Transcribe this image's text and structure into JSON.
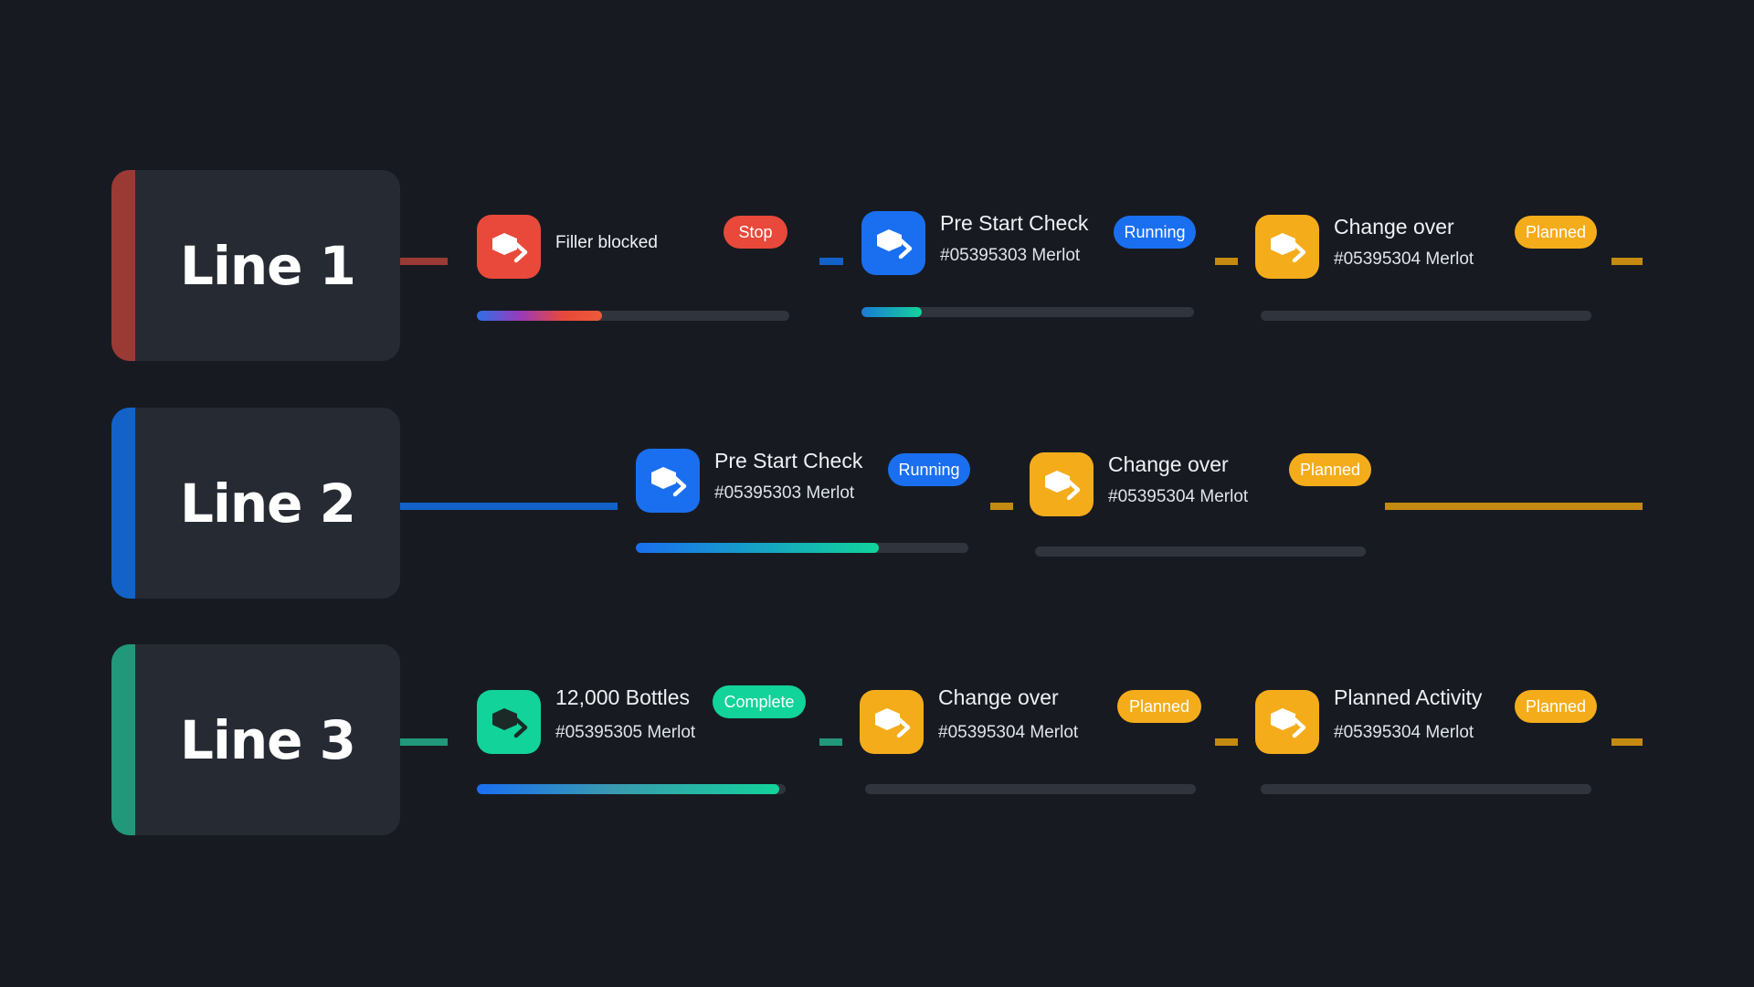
{
  "colors": {
    "background": "#171b21",
    "panel": "#262b33",
    "stop": "#e8493a",
    "running": "#1a6ff0",
    "planned": "#f5ac1b",
    "complete": "#12d39a",
    "line1_accent": "#9b3a34",
    "line2_accent": "#1262c9",
    "line3_accent": "#22987a"
  },
  "lines": [
    {
      "label": "Line 1",
      "steps": [
        {
          "icon": "conveyor-icon",
          "title": "Filler blocked",
          "sub": "",
          "status": "Stop",
          "progress": 0.4
        },
        {
          "icon": "conveyor-icon",
          "title": "Pre Start Check",
          "sub": "#05395303 Merlot",
          "status": "Running",
          "progress": 0.18
        },
        {
          "icon": "conveyor-icon",
          "title": "Change over",
          "sub": "#05395304 Merlot",
          "status": "Planned",
          "progress": 0
        }
      ]
    },
    {
      "label": "Line 2",
      "steps": [
        {
          "icon": "conveyor-icon",
          "title": "Pre Start Check",
          "sub": "#05395303 Merlot",
          "status": "Running",
          "progress": 0.73
        },
        {
          "icon": "conveyor-icon",
          "title": "Change over",
          "sub": "#05395304 Merlot",
          "status": "Planned",
          "progress": 0
        }
      ]
    },
    {
      "label": "Line 3",
      "steps": [
        {
          "icon": "conveyor-icon",
          "title": "12,000 Bottles",
          "sub": "#05395305 Merlot",
          "status": "Complete",
          "progress": 0.98
        },
        {
          "icon": "conveyor-icon",
          "title": "Change over",
          "sub": "#05395304 Merlot",
          "status": "Planned",
          "progress": 0
        },
        {
          "icon": "conveyor-icon",
          "title": "Planned Activity",
          "sub": "#05395304 Merlot",
          "status": "Planned",
          "progress": 0
        }
      ]
    }
  ]
}
